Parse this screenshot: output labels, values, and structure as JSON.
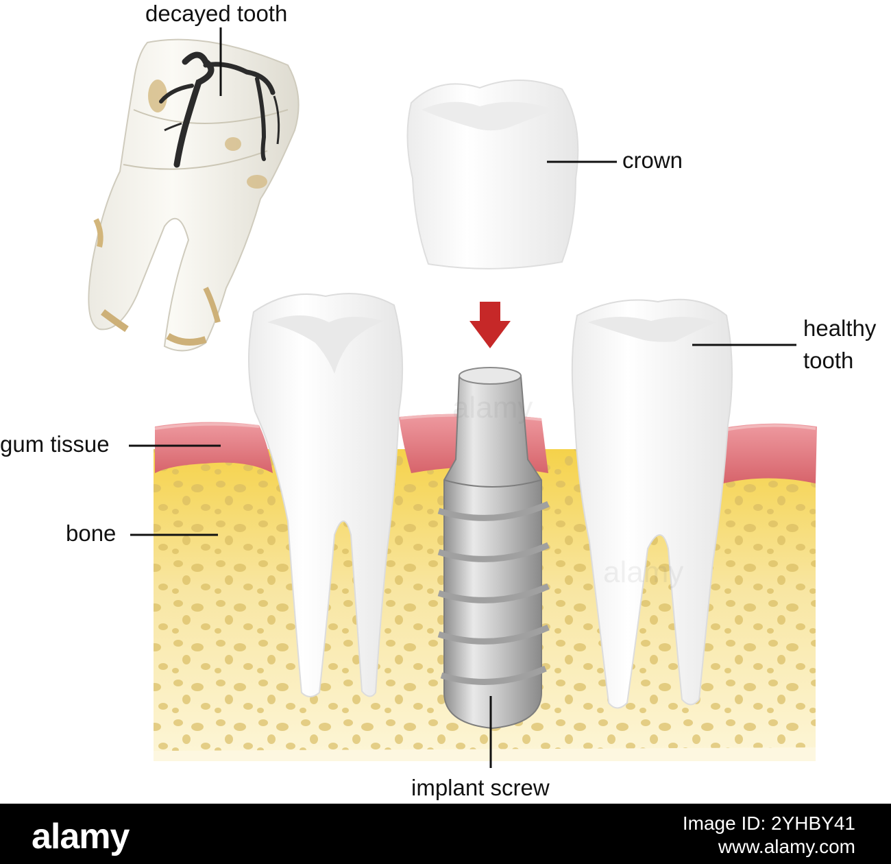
{
  "labels": {
    "decayed_tooth": "decayed tooth",
    "crown": "crown",
    "healthy_tooth_line1": "healthy",
    "healthy_tooth_line2": "tooth",
    "gum_tissue": "gum tissue",
    "bone": "bone",
    "implant_screw": "implant screw"
  },
  "footer": {
    "brand": "alamy",
    "image_id_line1": "Image ID: 2YHBY41",
    "image_id_line2": "www.alamy.com"
  },
  "watermark": "alamy",
  "colors": {
    "gum": "#e58b8f",
    "bone": "#f6e7a8",
    "bone_spots": "#d9bf6a",
    "enamel": "#ffffff",
    "implant_metal": "#b9b9b9",
    "arrow": "#c62828",
    "decay": "#2b2b2b",
    "footer_bg": "#000000"
  }
}
